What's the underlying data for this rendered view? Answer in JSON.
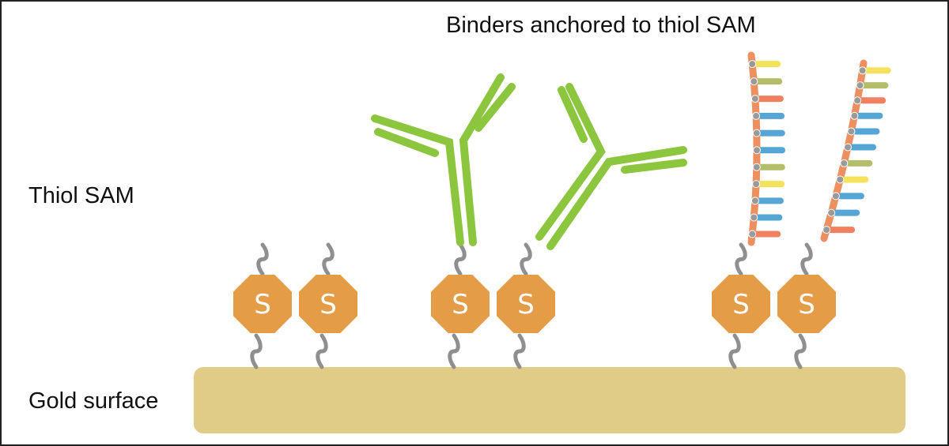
{
  "title": "Binders anchored to thiol SAM",
  "labels": {
    "thiol_sam": "Thiol SAM",
    "gold_surface": "Gold surface"
  },
  "sulfur_symbol": "S",
  "colors": {
    "gold_surface": "#E0CC86",
    "sulfur": "#E49C46",
    "linker": "#8F8F8F",
    "antibody": "#8CC63F",
    "aptamer_backbone": "#EE8F60",
    "base_yellow": "#F4E35A",
    "base_olive": "#B4BE6A",
    "base_red": "#F08060",
    "base_blue": "#55A5D5",
    "phosphate": "#9A9A9A"
  },
  "groups": [
    {
      "id": "bare-thiol",
      "binder": "none"
    },
    {
      "id": "antibody",
      "binder": "antibody"
    },
    {
      "id": "aptamer",
      "binder": "aptamer"
    }
  ]
}
